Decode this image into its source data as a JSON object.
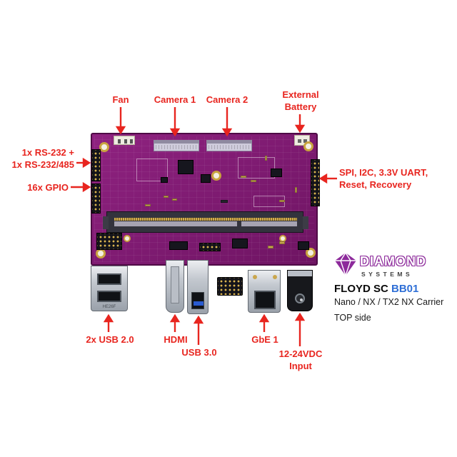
{
  "colors": {
    "callout_red": "#e8251f",
    "board_purple": "#7d1a70",
    "logo_purple": "#8d2a9b",
    "code_blue": "#2f6fd6"
  },
  "callouts": {
    "fan": "Fan",
    "camera1": "Camera 1",
    "camera2": "Camera 2",
    "battery_line1": "External",
    "battery_line2": "Battery",
    "serial_line1": "1x RS-232 +",
    "serial_line2": "1x RS-232/485",
    "gpio": "16x GPIO",
    "spi_line1": "SPI, I2C, 3.3V UART,",
    "spi_line2": "Reset, Recovery",
    "usb2": "2x USB 2.0",
    "hdmi": "HDMI",
    "usb3": "USB 3.0",
    "gbe": "GbE 1",
    "power_line1": "12-24VDC",
    "power_line2": "Input"
  },
  "board": {
    "usb_marking": "HE26F"
  },
  "branding": {
    "logo_name": "DIAMOND",
    "logo_sub": "SYSTEMS",
    "product_name": "FLOYD SC",
    "product_code": "BB01",
    "product_desc": "Nano / NX / TX2 NX Carrier",
    "side_label": "TOP side"
  }
}
